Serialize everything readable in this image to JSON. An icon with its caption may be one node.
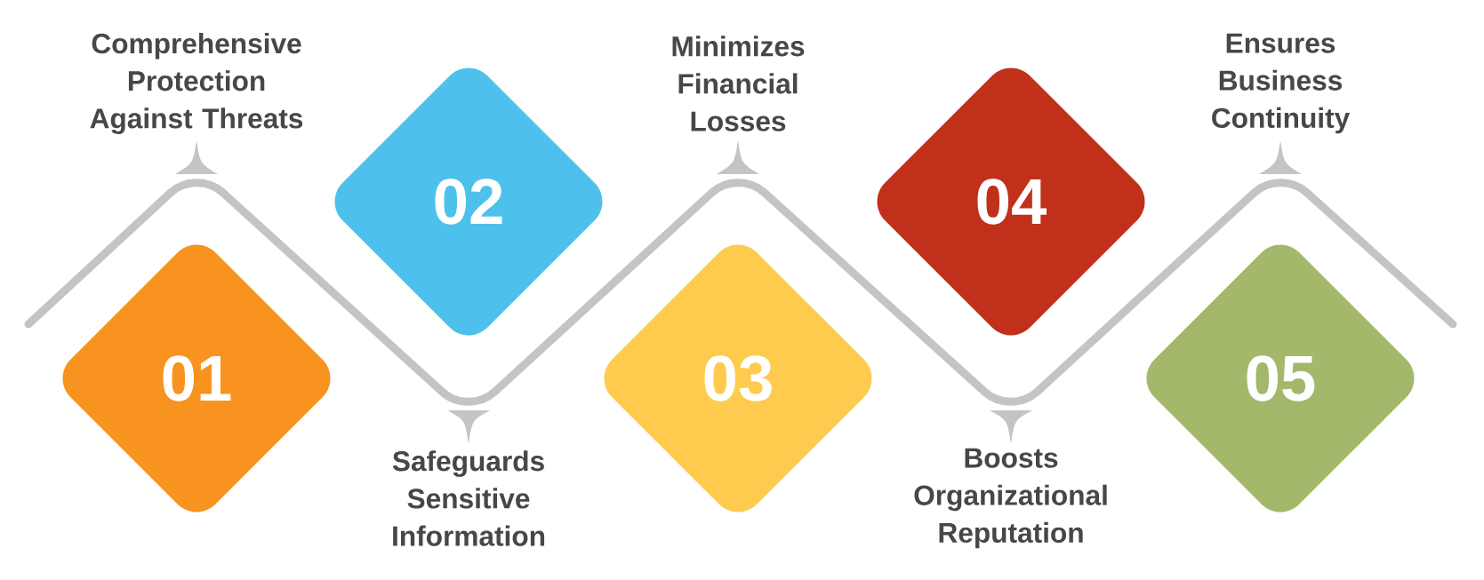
{
  "diagram": {
    "nodes": [
      {
        "text": [
          "01"
        ]
      },
      {
        "text": [
          "02"
        ]
      },
      {
        "text": [
          "03"
        ]
      },
      {
        "text": [
          "04"
        ]
      },
      {
        "text": [
          "05"
        ]
      }
    ],
    "labels": [
      "Comprehensive Protection Against Threats",
      "Minimizes Financial Losses",
      "Ensures Business Continuity",
      "Safeguards Sensitive Information",
      "Boosts Organizational Reputation"
    ]
  }
}
